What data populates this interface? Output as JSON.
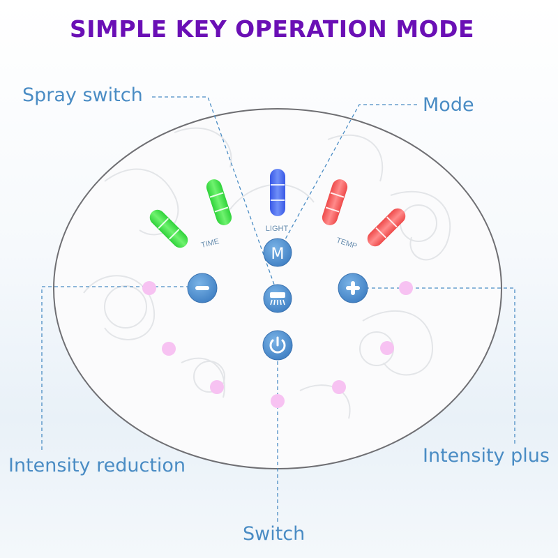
{
  "title": "SIMPLE KEY OPERATION MODE",
  "callouts": {
    "spray_switch": "Spray switch",
    "mode": "Mode",
    "intensity_reduction": "Intensity reduction",
    "intensity_plus": "Intensity plus",
    "switch": "Switch"
  },
  "panel_labels": {
    "time": "TIME",
    "light": "LIGHT",
    "temp": "TEMP"
  },
  "buttons": {
    "mode": "M",
    "minus": "−",
    "plus": "+"
  },
  "colors": {
    "title": "#6a0fb5",
    "callout_text": "#4a8cc4",
    "button": "#4f8fd0",
    "time_indicator": "#3fe24a",
    "light_indicator": "#4a6ff0",
    "temp_indicator": "#f35a5a",
    "intensity_dot": "#f7c2f2"
  },
  "icons": {
    "mode_button": "letter-m",
    "minus_button": "minus-icon",
    "plus_button": "plus-icon",
    "spray_button": "spray-icon",
    "power_button": "power-icon"
  }
}
